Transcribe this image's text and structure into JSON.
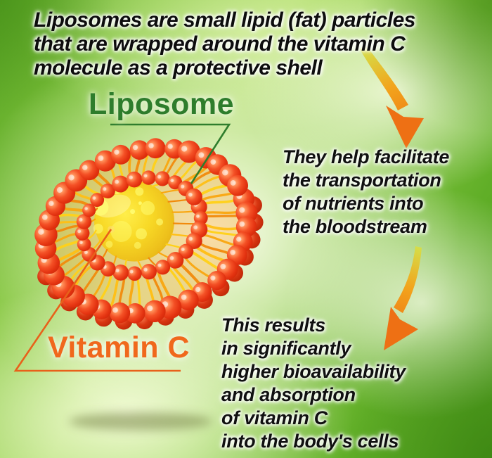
{
  "title": {
    "lines": [
      "Liposomes are small lipid (fat) particles",
      "that are wrapped around the vitamin C",
      "molecule as a protective shell"
    ]
  },
  "diagram": {
    "liposome_label": "Liposome",
    "vitamin_c_label": "Vitamin C"
  },
  "callouts": {
    "transport": {
      "lines": [
        "They help facilitate",
        "the transportation",
        "of nutrients into",
        "the bloodstream"
      ]
    },
    "results": {
      "lines": [
        "This results",
        "in significantly",
        "higher bioavailability",
        "and absorption",
        "of vitamin C",
        "into the body's cells"
      ]
    }
  },
  "colors": {
    "background_green": "#6ab32e",
    "label_green": "#2e7d2c",
    "label_orange": "#f0681c",
    "arrow_orange": "#ee7014",
    "sphere_red": "#e8351a",
    "tail_gold": "#f9a60f",
    "core_yellow": "#f2cd1e",
    "text_black": "#0d0d0d"
  }
}
